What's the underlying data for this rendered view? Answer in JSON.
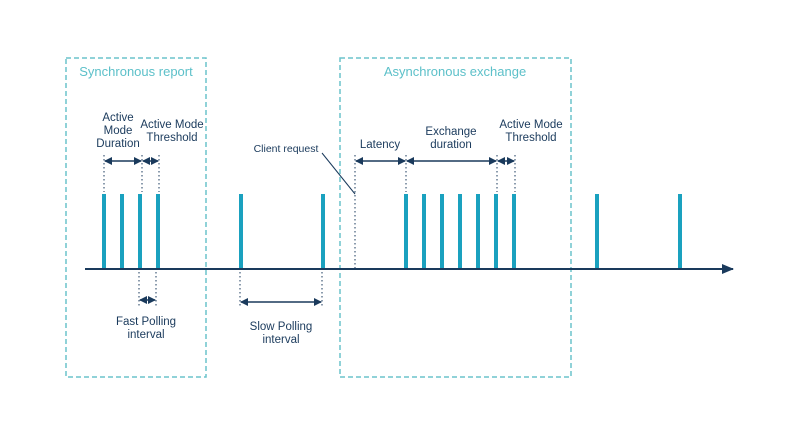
{
  "boxes": {
    "sync_title": "Synchronous report",
    "async_title": "Asynchronous exchange"
  },
  "labels": {
    "active_mode_duration_1": "Active",
    "active_mode_duration_2": "Mode",
    "active_mode_duration_3": "Duration",
    "active_mode_threshold_left_1": "Active Mode",
    "active_mode_threshold_left_2": "Threshold",
    "client_request": "Client request",
    "latency": "Latency",
    "exchange_duration_1": "Exchange",
    "exchange_duration_2": "duration",
    "active_mode_threshold_right_1": "Active Mode",
    "active_mode_threshold_right_2": "Threshold",
    "fast_polling_1": "Fast Polling",
    "fast_polling_2": "interval",
    "slow_polling_1": "Slow Polling",
    "slow_polling_2": "interval"
  },
  "colors": {
    "pulse": "#1aa1bf",
    "axis": "#1a3a5c",
    "box_border": "#6cc4cc",
    "box_title": "#5cc0c9"
  }
}
